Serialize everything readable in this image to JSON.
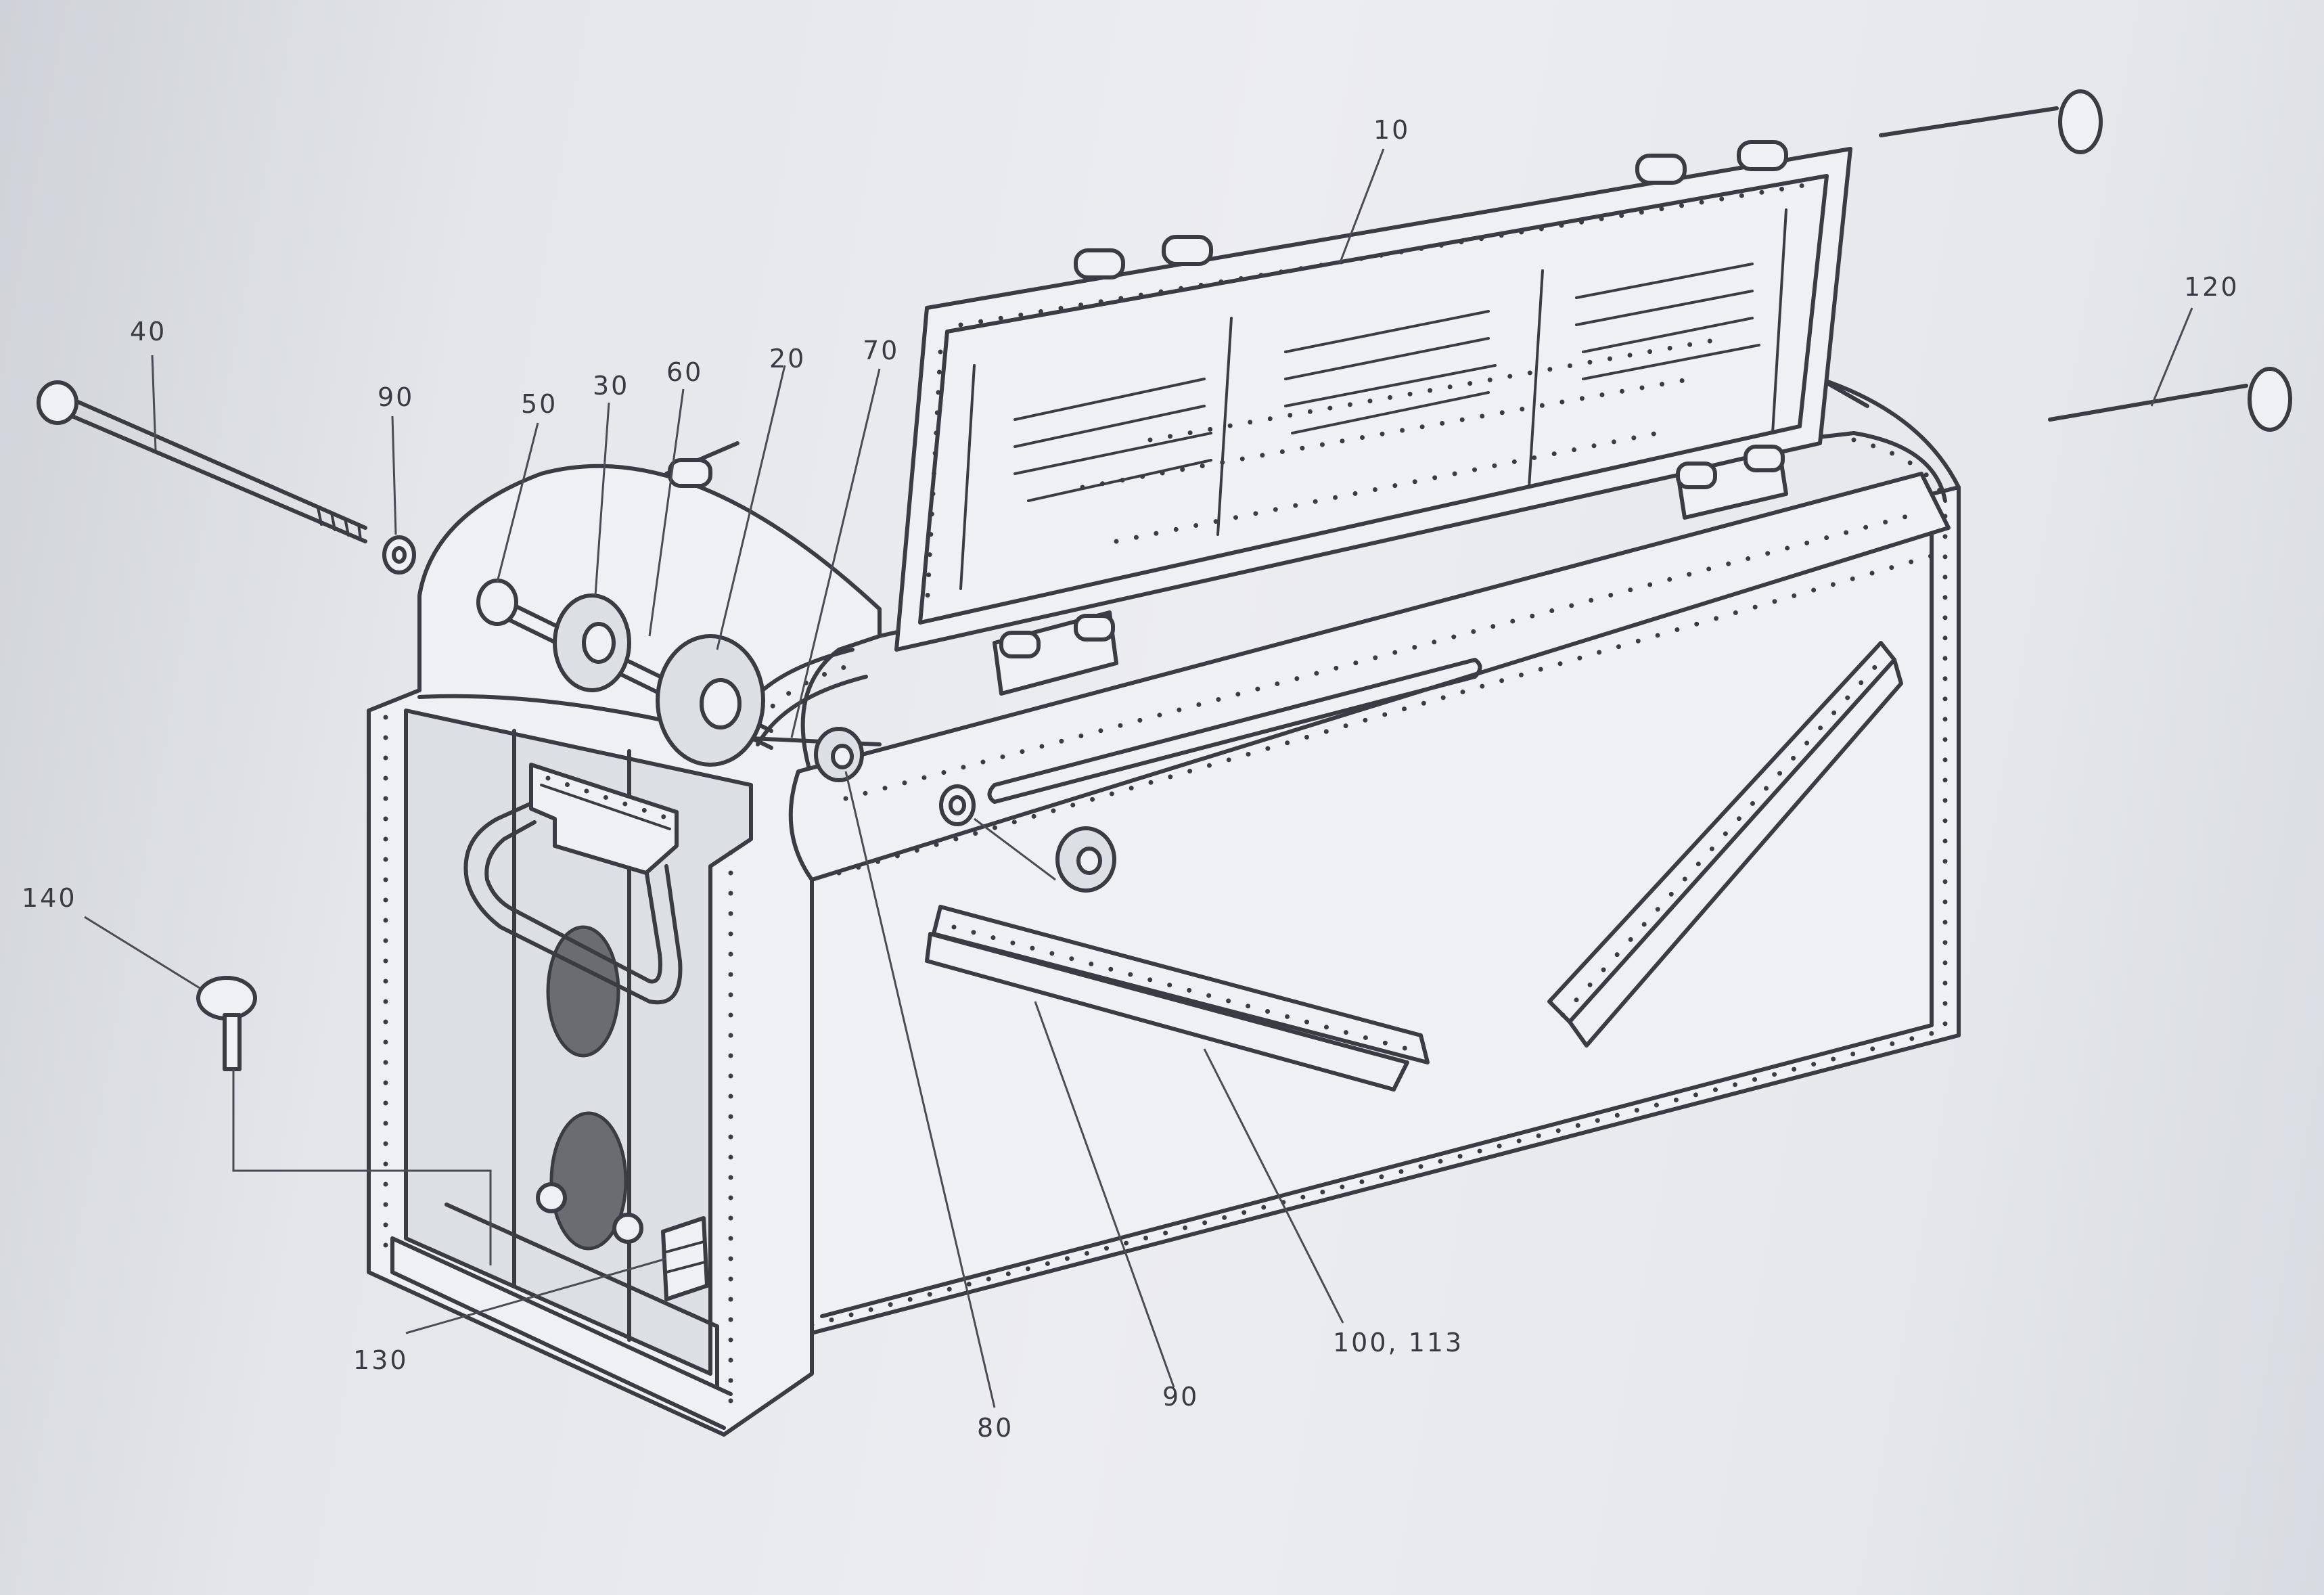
{
  "callouts": {
    "c10": "10",
    "c120": "120",
    "c40": "40",
    "c90_top": "90",
    "c50": "50",
    "c30": "30",
    "c60": "60",
    "c20": "20",
    "c70": "70",
    "c140": "140",
    "c130": "130",
    "c80": "80",
    "c90_bottom": "90",
    "c100_113": "100, 113"
  },
  "colors": {
    "ink": "#3b3b44",
    "paper": "#e6e8ec"
  }
}
